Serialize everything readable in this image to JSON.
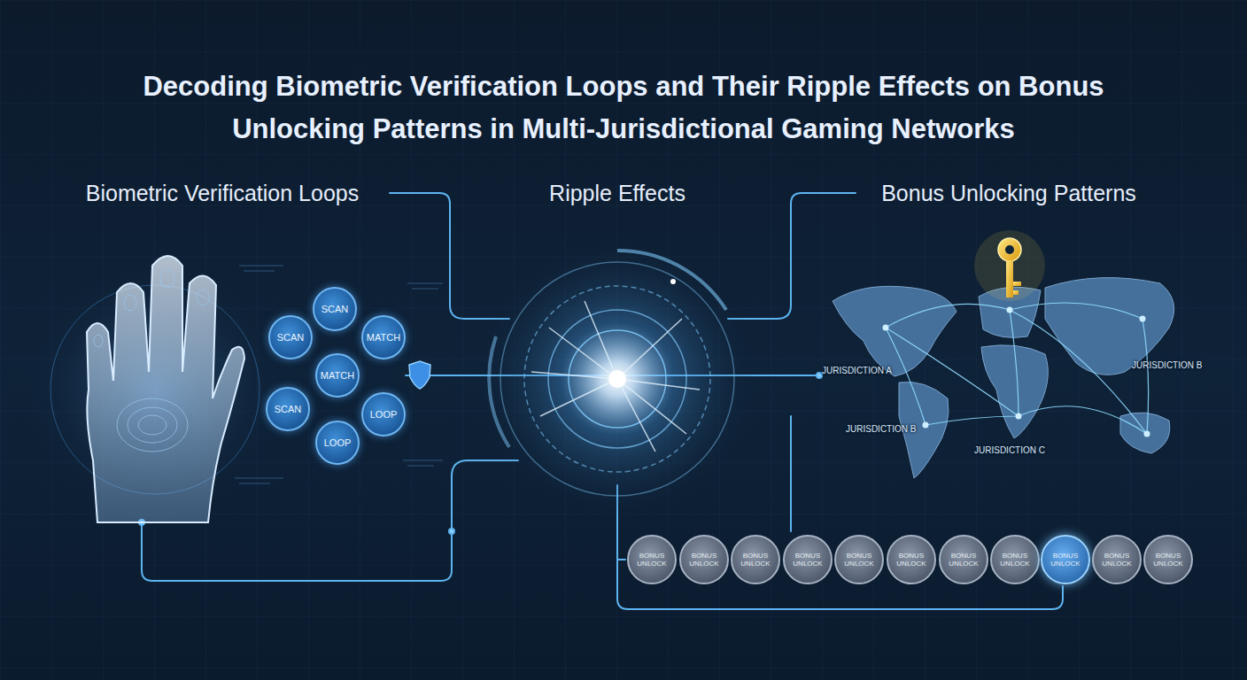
{
  "diagram": {
    "title": "Decoding Biometric Verification Loops and Their Ripple Effects on Bonus Unlocking Patterns in Multi-Jurisdictional Gaming Networks",
    "nodes": [
      {
        "text": [
          "SCAN"
        ]
      },
      {
        "text": [
          "SCAN"
        ]
      },
      {
        "text": [
          "MATCH"
        ]
      },
      {
        "text": [
          "MATCH"
        ]
      },
      {
        "text": [
          "SCAN"
        ]
      },
      {
        "text": [
          "LOOP"
        ]
      },
      {
        "text": [
          "LOOP"
        ]
      },
      {
        "text": [
          "BONUS UNLOCK"
        ]
      },
      {
        "text": [
          "BONUS UNLOCK"
        ]
      },
      {
        "text": [
          "BONUS UNLOCK"
        ]
      },
      {
        "text": [
          "BONUS UNLOCK"
        ]
      },
      {
        "text": [
          "BONUS UNLOCK"
        ]
      },
      {
        "text": [
          "BONUS UNLOCK"
        ]
      },
      {
        "text": [
          "BONUS UNLOCK"
        ]
      },
      {
        "text": [
          "BONUS UNLOCK"
        ]
      },
      {
        "text": [
          "BONUS UNLOCK"
        ]
      },
      {
        "text": [
          "BONUS UNLOCK"
        ]
      },
      {
        "text": [
          "BONUS UNLOCK"
        ]
      }
    ],
    "labels": [
      "Biometric Verification Loops",
      "Ripple Effects",
      "Bonus Unlocking Patterns",
      "JURISDICTION A",
      "JURISDICTION B",
      "JURISDICTION B",
      "JURISDICTION C"
    ]
  }
}
